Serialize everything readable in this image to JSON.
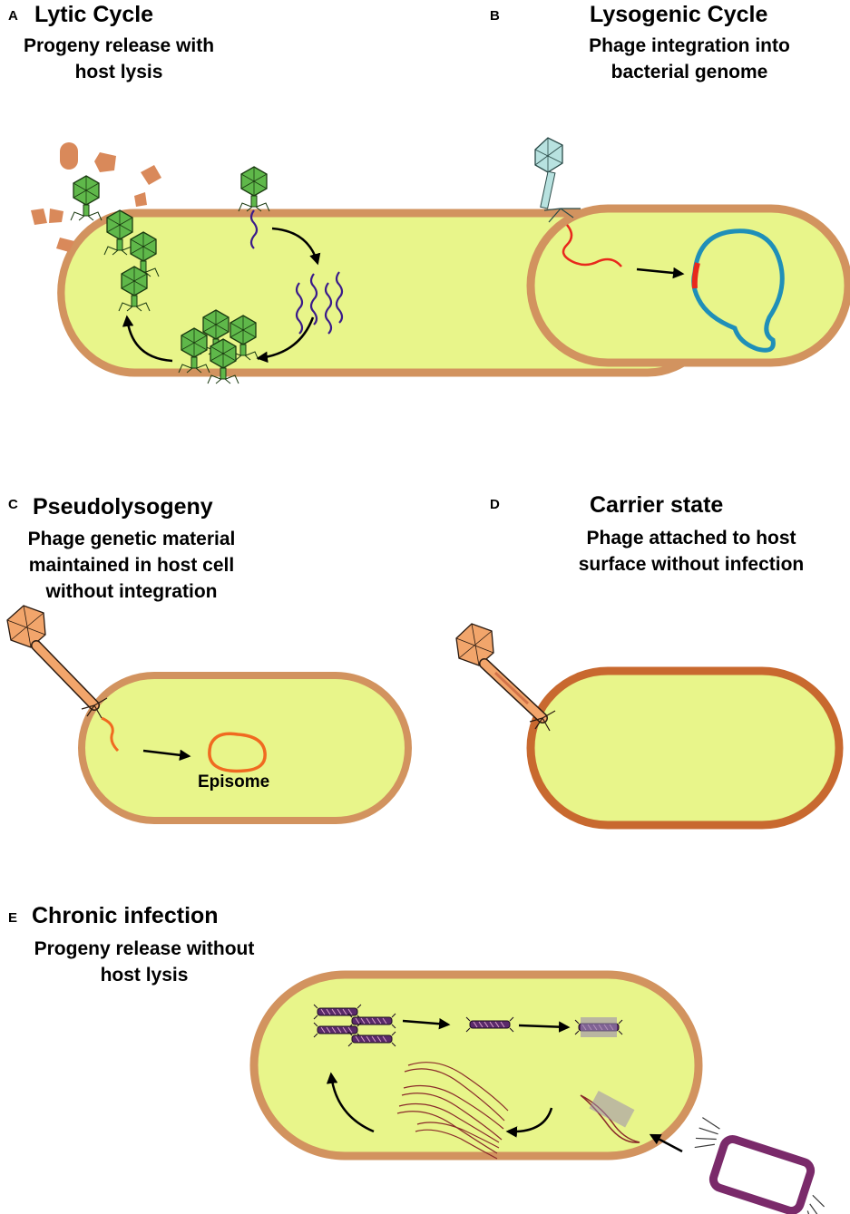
{
  "colors": {
    "cell_fill": "#e8f58a",
    "cell_wall": "#d2935f",
    "cell_wall_dark": "#c8692f",
    "lytic_phage": "#5fb84a",
    "dna_dark": "#3a1b8a",
    "dna_red": "#e8281c",
    "genome_blue": "#1f8fb8",
    "orange_phage": "#f2a56b",
    "filament": "#7a2a6a"
  },
  "panels": {
    "a": {
      "letter": "A",
      "title": "Lytic Cycle",
      "subtitle_lines": [
        "Progeny release with",
        "host lysis"
      ]
    },
    "b": {
      "letter": "B",
      "title": "Lysogenic Cycle",
      "subtitle_lines": [
        "Phage integration into",
        "bacterial genome"
      ]
    },
    "c": {
      "letter": "C",
      "title": "Pseudolysogeny",
      "subtitle_lines": [
        "Phage genetic material",
        "maintained in host cell",
        "without integration"
      ],
      "episome_label": "Episome"
    },
    "d": {
      "letter": "D",
      "title": "Carrier state",
      "subtitle_lines": [
        "Phage attached to host",
        "surface without infection"
      ]
    },
    "e": {
      "letter": "E",
      "title": "Chronic infection",
      "subtitle_lines": [
        "Progeny release without",
        "host lysis"
      ]
    }
  }
}
